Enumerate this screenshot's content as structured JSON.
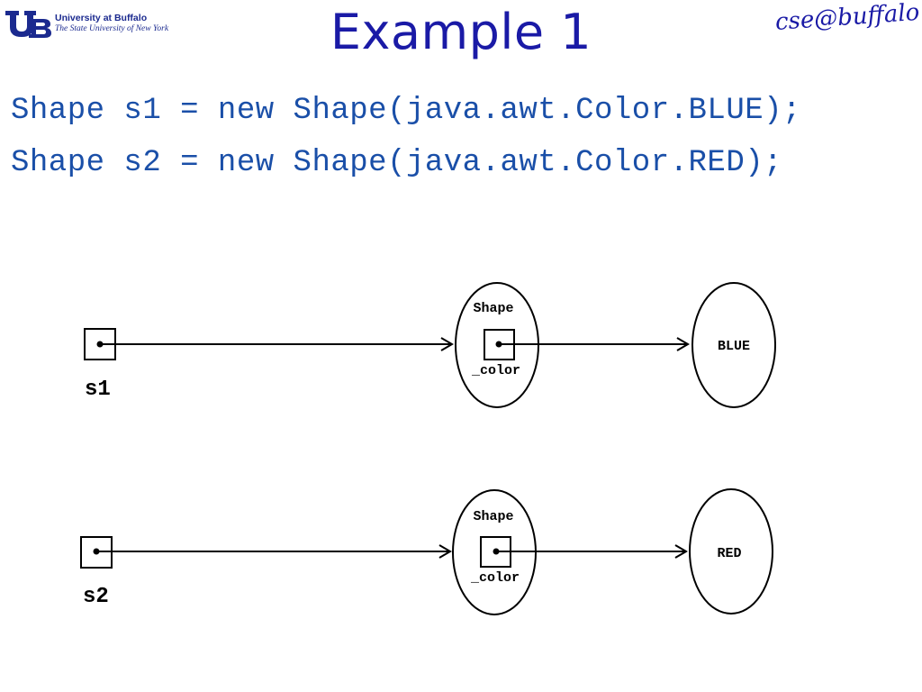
{
  "header": {
    "title": "Example 1",
    "university_name": "University at Buffalo",
    "university_subtitle": "The State University of New York",
    "brand": "cse@buffalo"
  },
  "code": {
    "line1": "Shape s1 = new Shape(java.awt.Color.BLUE);",
    "line2": "Shape s2 = new Shape(java.awt.Color.RED);"
  },
  "diagram": {
    "var1": "s1",
    "var2": "s2",
    "object_class_1": "Shape",
    "object_field_1": "_color",
    "object_class_2": "Shape",
    "object_field_2": "_color",
    "value1": "BLUE",
    "value2": "RED"
  },
  "colors": {
    "title": "#1a1aa6",
    "code": "#1a4fa8",
    "logo_blue": "#1b2a8f"
  }
}
